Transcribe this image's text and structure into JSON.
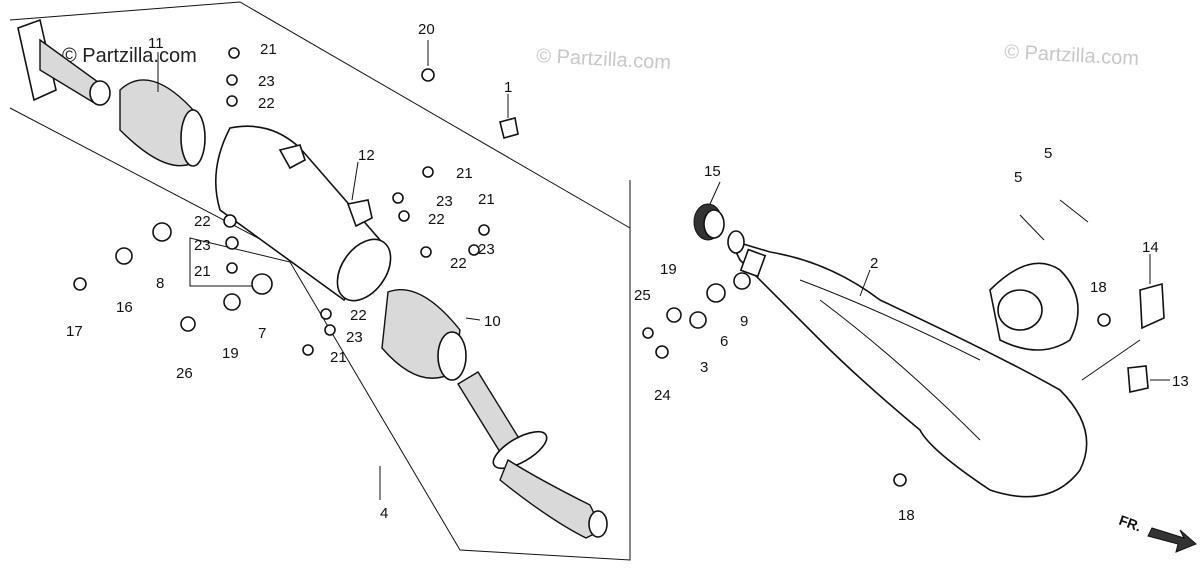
{
  "watermarks": [
    "© Partzilla.com",
    "© Partzilla.com",
    "© Partzilla.com"
  ],
  "part_labels": [
    "1",
    "2",
    "3",
    "4",
    "5",
    "5",
    "6",
    "7",
    "8",
    "9",
    "10",
    "11",
    "12",
    "13",
    "14",
    "15",
    "16",
    "17",
    "18",
    "18",
    "19",
    "19",
    "20",
    "21",
    "21",
    "21",
    "21",
    "21",
    "22",
    "22",
    "22",
    "22",
    "22",
    "23",
    "23",
    "23",
    "23",
    "23",
    "24",
    "25",
    "26"
  ],
  "direction_label": "FR."
}
